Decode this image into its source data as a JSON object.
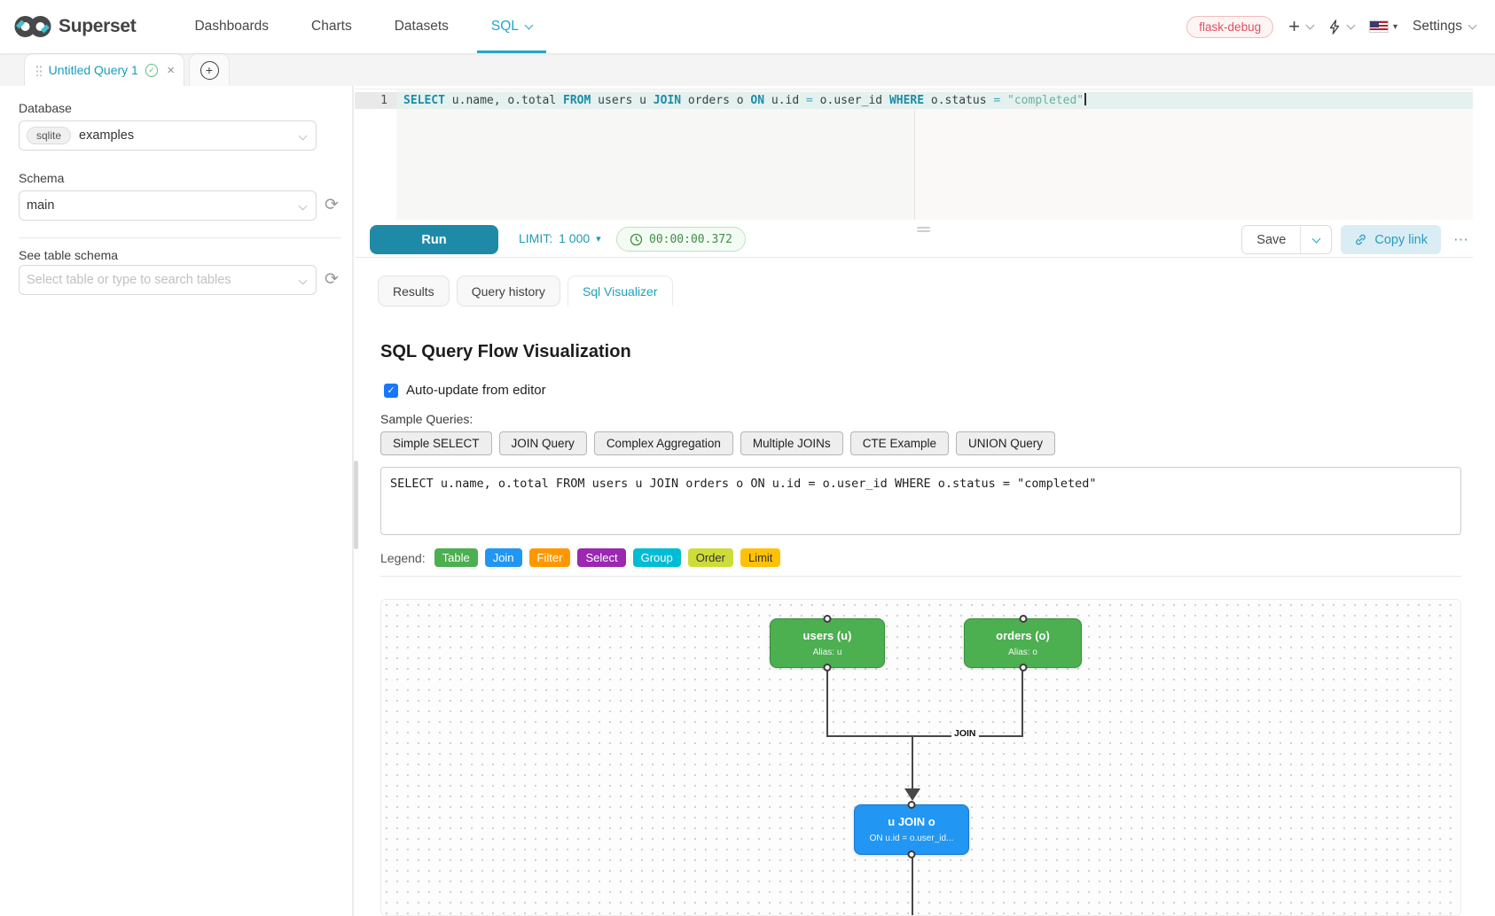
{
  "header": {
    "brand": "Superset",
    "nav": [
      {
        "label": "Dashboards"
      },
      {
        "label": "Charts"
      },
      {
        "label": "Datasets"
      },
      {
        "label": "SQL"
      }
    ],
    "env_badge": "flask-debug",
    "settings_label": "Settings"
  },
  "icons": {
    "plus": "+",
    "caret_down": "▾",
    "check": "✓",
    "close": "×",
    "refresh": "⟳",
    "more": "⋯"
  },
  "query_tab": {
    "title": "Untitled Query 1"
  },
  "sidebar": {
    "database_label": "Database",
    "database_type": "sqlite",
    "database_value": "examples",
    "schema_label": "Schema",
    "schema_value": "main",
    "table_label": "See table schema",
    "table_placeholder": "Select table or type to search tables"
  },
  "editor": {
    "line_number": "1",
    "tokens": [
      {
        "c": "kw",
        "v": "SELECT"
      },
      {
        "c": "pl",
        "v": " u.name, o.total "
      },
      {
        "c": "kw",
        "v": "FROM"
      },
      {
        "c": "pl",
        "v": " users u "
      },
      {
        "c": "kw",
        "v": "JOIN"
      },
      {
        "c": "pl",
        "v": " orders o "
      },
      {
        "c": "kw",
        "v": "ON"
      },
      {
        "c": "pl",
        "v": " u.id "
      },
      {
        "c": "op",
        "v": "="
      },
      {
        "c": "pl",
        "v": " o.user_id "
      },
      {
        "c": "kw",
        "v": "WHERE"
      },
      {
        "c": "pl",
        "v": " o.status "
      },
      {
        "c": "op",
        "v": "="
      },
      {
        "c": "pl",
        "v": " "
      },
      {
        "c": "str",
        "v": "\"completed\""
      }
    ]
  },
  "toolbar": {
    "run_label": "Run",
    "limit_label": "LIMIT:",
    "limit_value": "1 000",
    "timer_value": "00:00:00.372",
    "save_label": "Save",
    "copy_link_label": "Copy link"
  },
  "south_tabs": [
    {
      "label": "Results"
    },
    {
      "label": "Query history"
    },
    {
      "label": "Sql Visualizer"
    }
  ],
  "visualizer": {
    "title": "SQL Query Flow Visualization",
    "auto_update_label": "Auto-update from editor",
    "sample_queries_label": "Sample Queries:",
    "sample_buttons": [
      "Simple SELECT",
      "JOIN Query",
      "Complex Aggregation",
      "Multiple JOINs",
      "CTE Example",
      "UNION Query"
    ],
    "query_text": "SELECT u.name, o.total FROM users u JOIN orders o ON u.id = o.user_id WHERE o.status = \"completed\"",
    "legend_label": "Legend:",
    "legend": [
      {
        "label": "Table",
        "color": "#4caf50",
        "text": "#ffffff"
      },
      {
        "label": "Join",
        "color": "#2196f3",
        "text": "#ffffff"
      },
      {
        "label": "Filter",
        "color": "#ff9800",
        "text": "#ffffff"
      },
      {
        "label": "Select",
        "color": "#9c27b0",
        "text": "#ffffff"
      },
      {
        "label": "Group",
        "color": "#00bcd4",
        "text": "#ffffff"
      },
      {
        "label": "Order",
        "color": "#cddc39",
        "text": "#333333"
      },
      {
        "label": "Limit",
        "color": "#ffc107",
        "text": "#333333"
      }
    ],
    "flow": {
      "nodes": [
        {
          "title": "users (u)",
          "subtitle": "Alias: u",
          "color": "#4caf50",
          "border": "#3d8b40"
        },
        {
          "title": "orders (o)",
          "subtitle": "Alias: o",
          "color": "#4caf50",
          "border": "#3d8b40"
        },
        {
          "title": "u JOIN o",
          "subtitle": "ON u.id = o.user_id...",
          "color": "#2196f3",
          "border": "#1976d2"
        }
      ],
      "edge_label": "JOIN"
    }
  },
  "colors": {
    "accent": "#20a7c9",
    "run_button": "#1f8aa8",
    "timer_green": "#3f8f46"
  }
}
